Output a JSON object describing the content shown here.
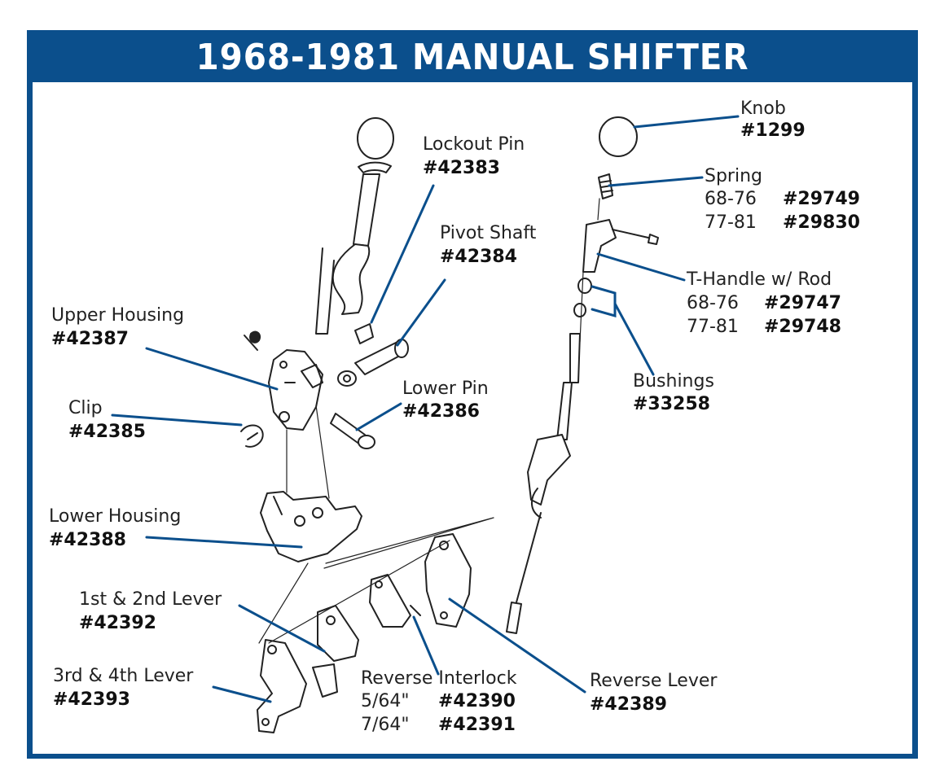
{
  "title": "1968-1981 MANUAL SHIFTER",
  "colors": {
    "frame": "#0b4f8c",
    "leader": "#0b4f8c",
    "line_art": "#222222"
  },
  "callouts": {
    "knob": {
      "label": "Knob",
      "part": "#1299"
    },
    "spring": {
      "label": "Spring",
      "rows": [
        {
          "years": "68-76",
          "part": "#29749"
        },
        {
          "years": "77-81",
          "part": "#29830"
        }
      ]
    },
    "t_handle": {
      "label": "T-Handle w/ Rod",
      "rows": [
        {
          "years": "68-76",
          "part": "#29747"
        },
        {
          "years": "77-81",
          "part": "#29748"
        }
      ]
    },
    "bushings": {
      "label": "Bushings",
      "part": "#33258"
    },
    "lockout_pin": {
      "label": "Lockout Pin",
      "part": "#42383"
    },
    "pivot_shaft": {
      "label": "Pivot Shaft",
      "part": "#42384"
    },
    "upper_housing": {
      "label": "Upper Housing",
      "part": "#42387"
    },
    "lower_pin": {
      "label": "Lower Pin",
      "part": "#42386"
    },
    "clip": {
      "label": "Clip",
      "part": "#42385"
    },
    "lower_housing": {
      "label": "Lower Housing",
      "part": "#42388"
    },
    "lever_1_2": {
      "label": "1st & 2nd Lever",
      "part": "#42392"
    },
    "lever_3_4": {
      "label": "3rd & 4th Lever",
      "part": "#42393"
    },
    "reverse_interlock": {
      "label": "Reverse Interlock",
      "rows": [
        {
          "years": "5/64\"",
          "part": "#42390"
        },
        {
          "years": "7/64\"",
          "part": "#42391"
        }
      ]
    },
    "reverse_lever": {
      "label": "Reverse Lever",
      "part": "#42389"
    }
  }
}
